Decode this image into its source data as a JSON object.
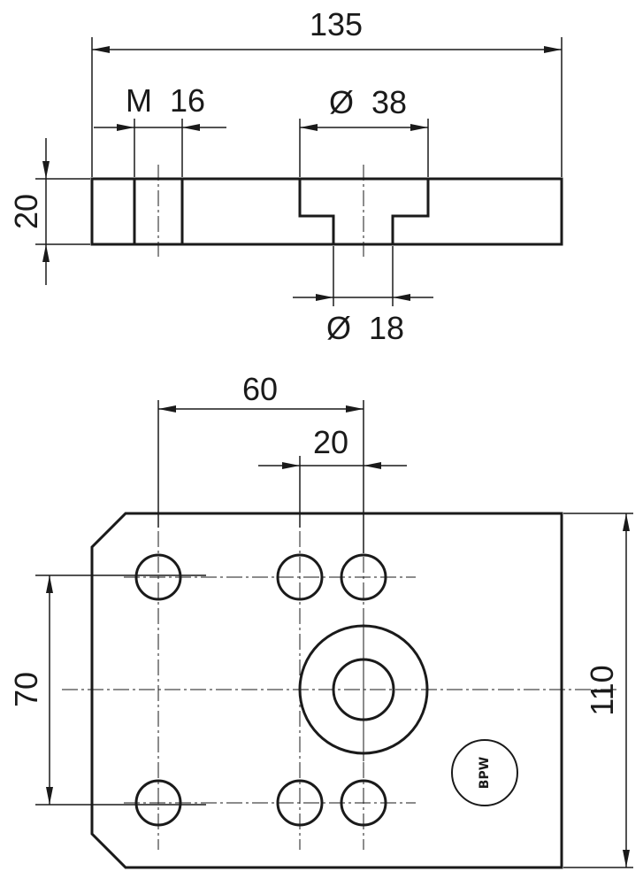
{
  "drawing": {
    "colors": {
      "part_fill": "#55b9ec",
      "line": "#1a1a1a",
      "background": "#ffffff"
    },
    "section_view": {
      "dimensions": {
        "overall_length": "135",
        "thickness": "20",
        "thread": "M  16",
        "counterbore": "Ø  38",
        "bore": "Ø  18"
      }
    },
    "plan_view": {
      "dimensions": {
        "hole_spacing_60": "60",
        "hole_spacing_20": "20",
        "hole_spacing_70": "70",
        "height_110": "110"
      },
      "logo": {
        "name": "bpw-logo-icon",
        "letters": "BPW"
      }
    }
  }
}
